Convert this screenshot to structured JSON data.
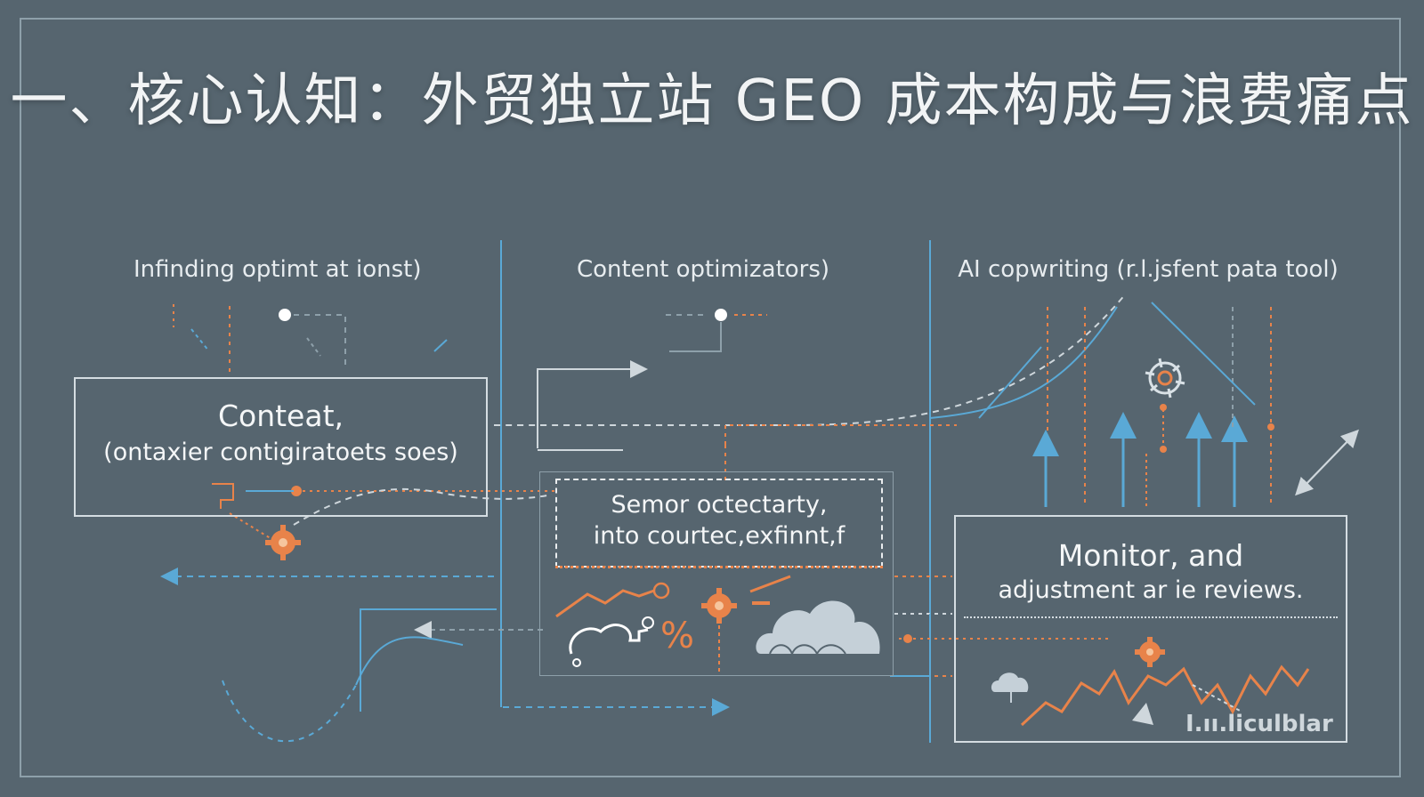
{
  "title": "一、核心认知：外贸独立站 GEO 成本构成与浪费痛点",
  "columns": [
    {
      "label": "Infinding optimt at ionst)"
    },
    {
      "label": "Content optimizators)"
    },
    {
      "label": "AI copwriting (r.l.jsfent  pata tool)"
    }
  ],
  "boxes": {
    "left": {
      "line1": "Conteat,",
      "line2": "(ontaxier contigiratoets soes)"
    },
    "middle": {
      "line1": "Semor octectarty,",
      "line2": "into courtec,exfinnt,f"
    },
    "right": {
      "line1": "Monitor, and",
      "line2": "adjustment ar ie reviews."
    }
  },
  "chart_icons": {
    "percent": "%"
  },
  "brand": "I.ıı.liculblar",
  "colors": {
    "background": "#56656f",
    "accent_orange": "#e8834a",
    "accent_blue": "#5aa9d6",
    "line_light": "#d5dde2"
  },
  "icons": [
    "gear-icon",
    "cloud-icon",
    "circuit-icon",
    "network-gear-icon",
    "arrow-icon"
  ]
}
